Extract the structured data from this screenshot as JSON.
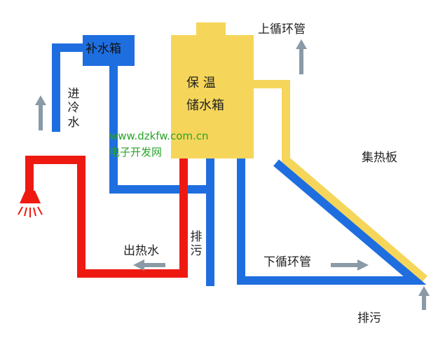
{
  "colors": {
    "cold": "#1e6ee0",
    "hot": "#ee1a12",
    "tank": "#f5d65a",
    "arrow": "#8a9aa6",
    "watermark": "#2aa32a"
  },
  "labels": {
    "makeup_tank": "补水箱",
    "storage_tank_line1": "保 温",
    "storage_tank_line2": "储水箱",
    "upper_circulation": "上循环管",
    "cold_inlet": "进冷水",
    "collector": "集热板",
    "drain_center": "排污",
    "hot_outlet": "出热水",
    "lower_circulation": "下循环管",
    "drain_bottom": "排污"
  },
  "watermark": {
    "url": "www.dzkfw.com.cn",
    "name": "电子开发网"
  },
  "icons": {
    "shower": "shower-head-icon",
    "flow_arrow": "flow-arrow-icon"
  }
}
